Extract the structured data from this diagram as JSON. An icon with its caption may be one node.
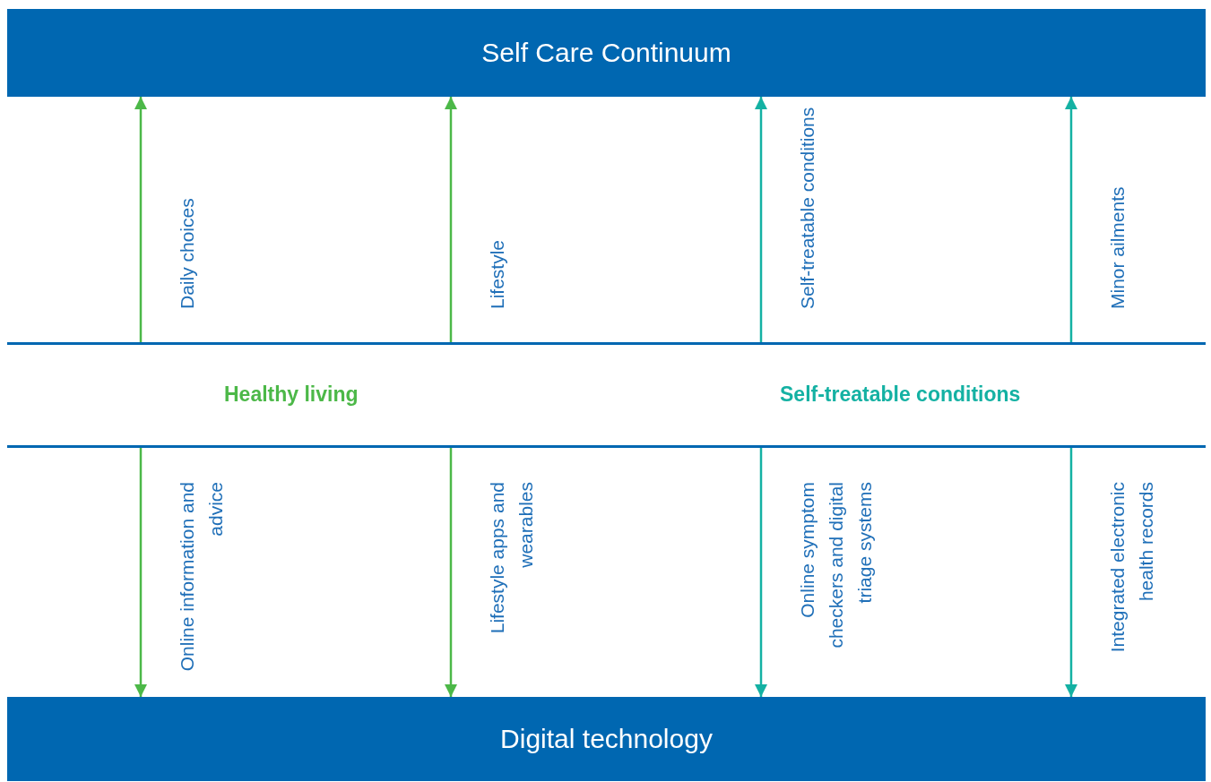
{
  "diagram": {
    "nodes": [
      {
        "text": [
          "Self Care Continuum"
        ]
      },
      {
        "text": [
          "Healthy living",
          "Self-treatable conditions"
        ]
      },
      {
        "text": [
          "Digital technology"
        ]
      }
    ],
    "edges": [
      {
        "from": 1,
        "to": 0,
        "arrow": "to",
        "color": "#4cb848",
        "label": "Daily choices"
      },
      {
        "from": 1,
        "to": 0,
        "arrow": "to",
        "color": "#4cb848",
        "label": "Lifestyle"
      },
      {
        "from": 1,
        "to": 0,
        "arrow": "to",
        "color": "#14b1a3",
        "label": "Self-treatable conditions"
      },
      {
        "from": 1,
        "to": 0,
        "arrow": "to",
        "color": "#14b1a3",
        "label": "Minor ailments"
      },
      {
        "from": 1,
        "to": 2,
        "arrow": "to",
        "color": "#4cb848",
        "label": "Online information and advice"
      },
      {
        "from": 1,
        "to": 2,
        "arrow": "to",
        "color": "#4cb848",
        "label": "Lifestyle apps and wearables"
      },
      {
        "from": 1,
        "to": 2,
        "arrow": "to",
        "color": "#14b1a3",
        "label": "Online symptom checkers and digital triage systems"
      },
      {
        "from": 1,
        "to": 2,
        "arrow": "to",
        "color": "#14b1a3",
        "label": "Integrated electronic health records"
      }
    ]
  }
}
